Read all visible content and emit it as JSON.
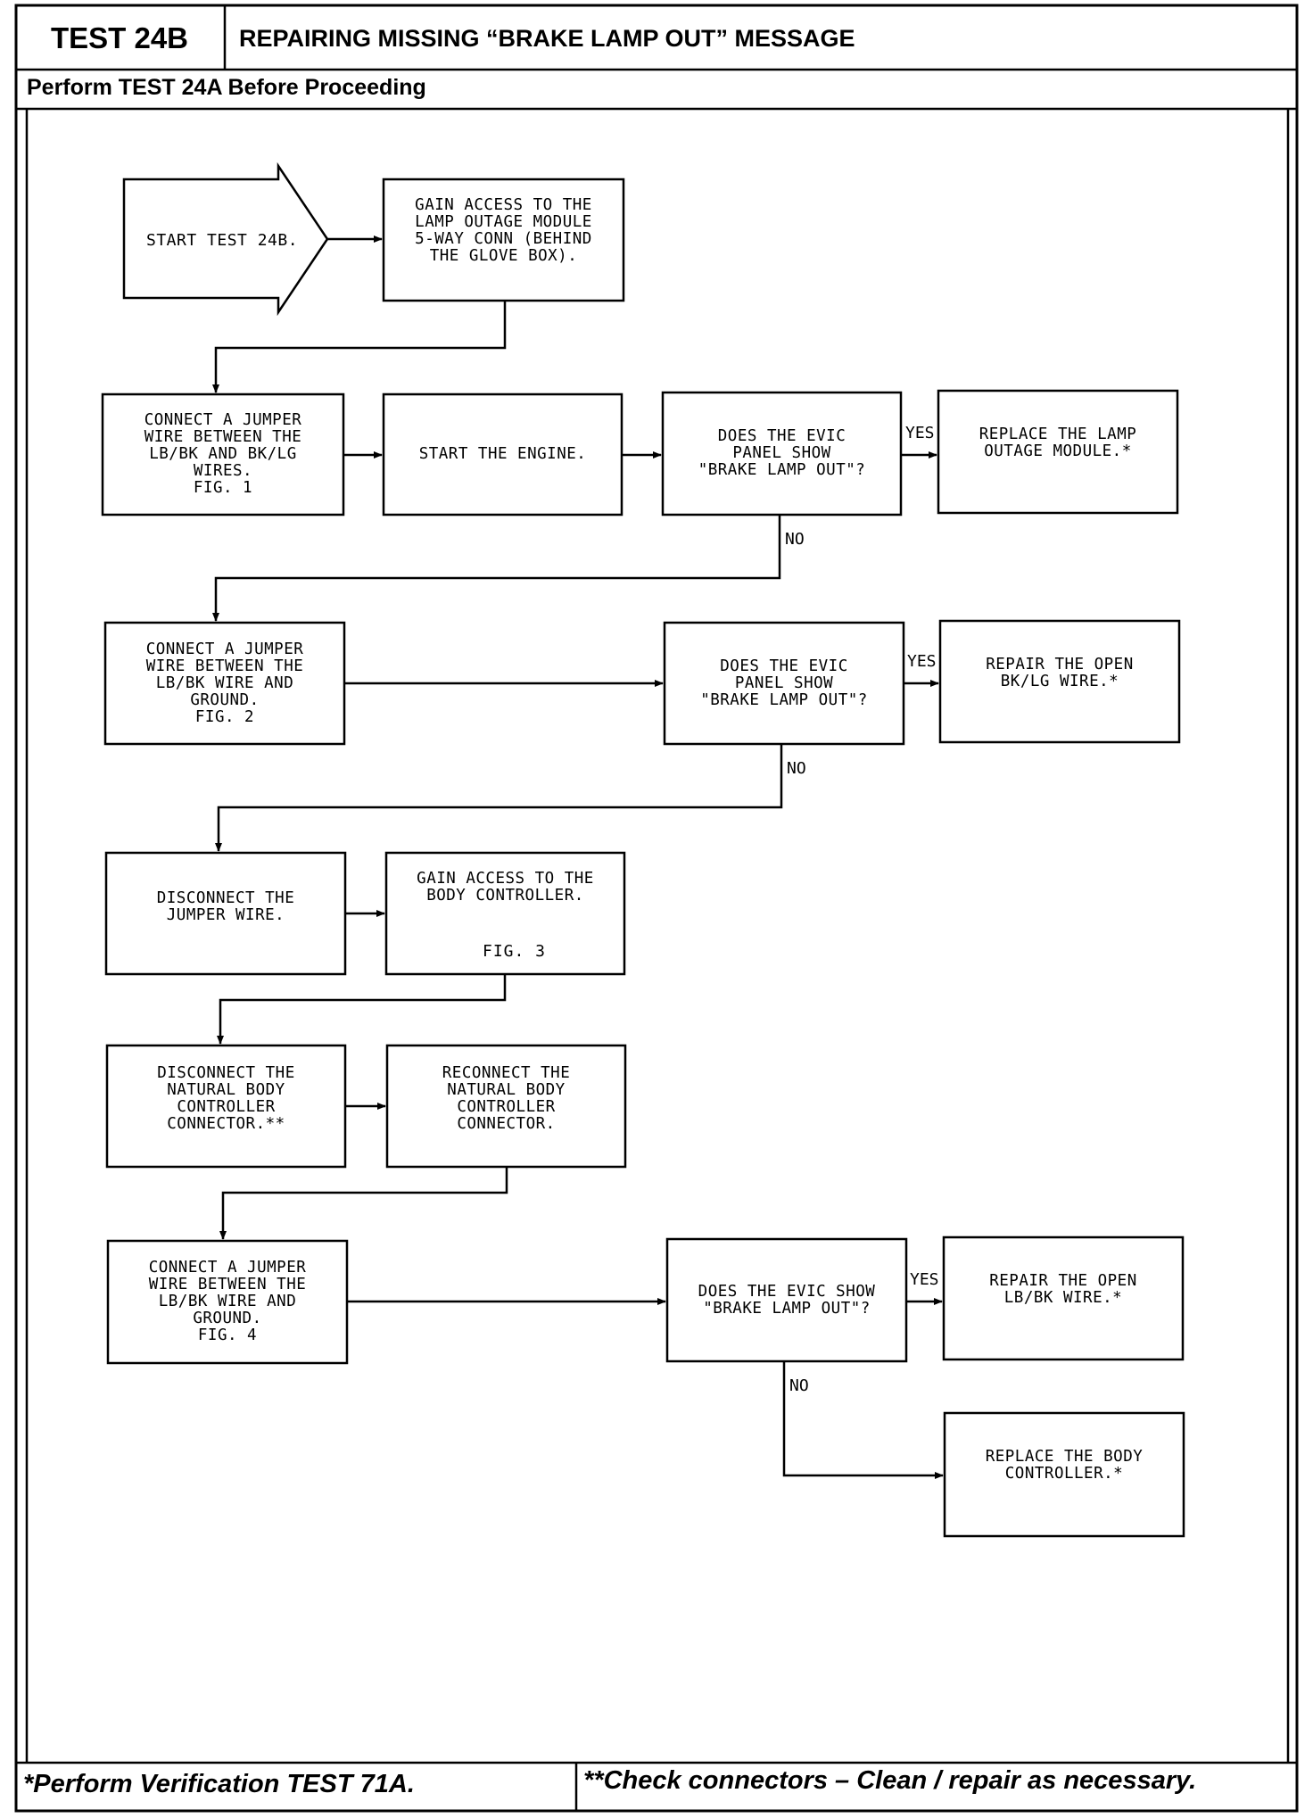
{
  "header": {
    "test_id": "TEST 24B",
    "title": "REPAIRING MISSING “BRAKE LAMP OUT” MESSAGE",
    "subtitle": "Perform TEST 24A Before Proceeding"
  },
  "flow": {
    "start": "START TEST 24B.",
    "gain_access_module": "GAIN ACCESS TO THE\nLAMP OUTAGE MODULE\n5-WAY CONN (BEHIND\nTHE GLOVE BOX).",
    "jumper_lbbk_bklg": "CONNECT A JUMPER\nWIRE BETWEEN THE\nLB/BK AND BK/LG\nWIRES.\nFIG. 1",
    "start_engine": "START THE ENGINE.",
    "question_1": "DOES THE EVIC\nPANEL SHOW\n\"BRAKE LAMP OUT\"?",
    "replace_module": "REPLACE THE LAMP\nOUTAGE MODULE.*",
    "jumper_lbbk_ground_1": "CONNECT A JUMPER\nWIRE BETWEEN THE\nLB/BK WIRE AND\nGROUND.\nFIG. 2",
    "question_2": "DOES THE EVIC\nPANEL SHOW\n\"BRAKE LAMP OUT\"?",
    "repair_bklg": "REPAIR THE OPEN\nBK/LG WIRE.*",
    "disconnect_jumper": "DISCONNECT THE\nJUMPER WIRE.",
    "gain_access_body": "GAIN ACCESS TO THE\nBODY CONTROLLER.",
    "fig3": "FIG. 3",
    "disconnect_connector": "DISCONNECT THE\nNATURAL BODY\nCONTROLLER\nCONNECTOR.**",
    "reconnect_connector": "RECONNECT THE\nNATURAL BODY\nCONTROLLER\nCONNECTOR.",
    "jumper_lbbk_ground_2": "CONNECT A JUMPER\nWIRE BETWEEN THE\nLB/BK WIRE AND\nGROUND.\nFIG. 4",
    "question_3": "DOES THE EVIC SHOW\n\"BRAKE LAMP OUT\"?",
    "repair_lbbk": "REPAIR THE OPEN\nLB/BK WIRE.*",
    "replace_body": "REPLACE THE BODY\nCONTROLLER.*",
    "yes": "YES",
    "no": "NO"
  },
  "footer": {
    "note_1": "*Perform Verification TEST 71A.",
    "note_2": "**Check connectors – Clean / repair as necessary."
  }
}
